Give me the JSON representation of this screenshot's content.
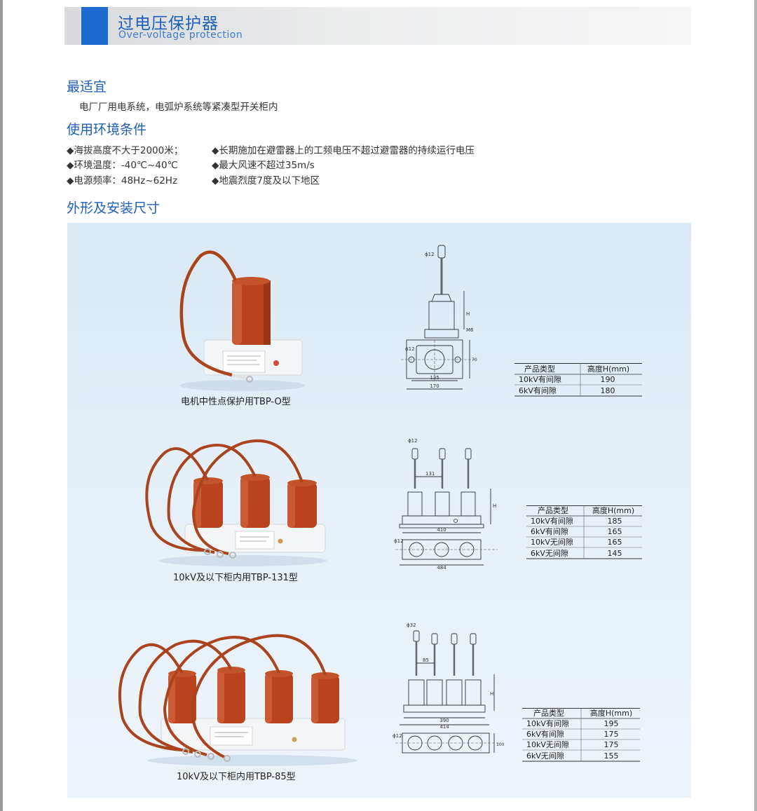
{
  "header": {
    "title": "过电压保护器",
    "subtitle": "Over-voltage protection"
  },
  "suitable": {
    "heading": "最适宜",
    "text": "电厂厂用电系统，电弧炉系统等紧凑型开关柜内"
  },
  "environment": {
    "heading": "使用环境条件",
    "left": [
      "◆海拔高度不大于2000米；",
      "◆环境温度：-40℃~40℃",
      "◆电源频率：48Hz~62Hz"
    ],
    "right": [
      "◆长期施加在避雷器上的工频电压不超过避雷器的持续运行电压",
      "◆最大风速不超过35m/s",
      "◆地震烈度7度及以下地区"
    ]
  },
  "dimensions": {
    "heading": "外形及安装尺寸"
  },
  "products": [
    {
      "caption": "电机中性点保护用TBP-O型",
      "drawing": {
        "phi_top": "ϕ12",
        "h": "H",
        "m6": "M6",
        "phi_side": "ϕ12",
        "w1": "135",
        "w2": "170",
        "d": "70"
      },
      "table": {
        "headers": [
          "产品类型",
          "高度H(mm)"
        ],
        "rows": [
          [
            "10kV有间隙",
            "190"
          ],
          [
            "6kV有间隙",
            "180"
          ]
        ]
      }
    },
    {
      "caption": "10kV及以下柜内用TBP-131型",
      "drawing": {
        "phi_top": "ϕ12",
        "pitch": "131",
        "h": "H",
        "w1": "410",
        "phi_side": "ϕ12",
        "w2": "484"
      },
      "table": {
        "headers": [
          "产品类型",
          "高度H(mm)"
        ],
        "rows": [
          [
            "10kV有间隙",
            "185"
          ],
          [
            "6kV有间隙",
            "165"
          ],
          [
            "10kV无间隙",
            "165"
          ],
          [
            "6kV无间隙",
            "145"
          ]
        ]
      }
    },
    {
      "caption": "10kV及以下柜内用TBP-85型",
      "drawing": {
        "phi_top": "ϕ32",
        "pitch": "85",
        "h": "H",
        "w1": "390",
        "w2": "414",
        "phi_side": "ϕ12",
        "d": "100"
      },
      "table": {
        "headers": [
          "产品类型",
          "高度H(mm)"
        ],
        "rows": [
          [
            "10kV有间隙",
            "195"
          ],
          [
            "6kV有间隙",
            "175"
          ],
          [
            "10kV无间隙",
            "175"
          ],
          [
            "6kV无间隙",
            "155"
          ]
        ]
      }
    }
  ]
}
